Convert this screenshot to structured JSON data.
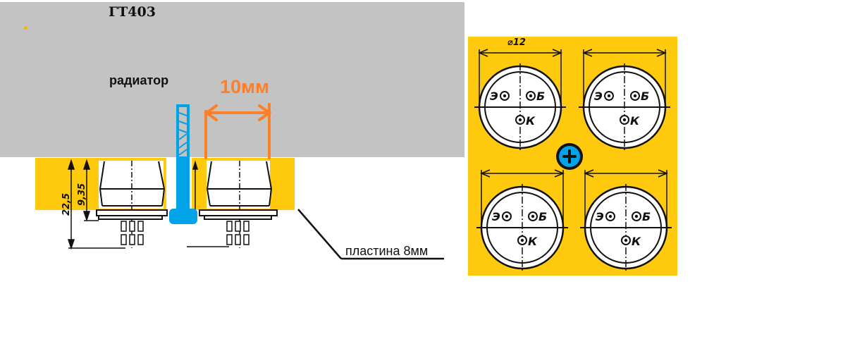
{
  "title": "ГТ403",
  "labels": {
    "radiator": "радиатор",
    "dimension": "10мм",
    "plate": "пластина 8мм",
    "diameter": "⌀12"
  },
  "dimensions": {
    "total_height": "22,5",
    "body_height": "9,35"
  },
  "pins": {
    "emitter": "Э",
    "base": "Б",
    "collector": "К"
  },
  "transistor_count": 4,
  "colors": {
    "background_panel": "#c3c3c3",
    "plate": "#ffc90e",
    "radiator": "#00a2e8",
    "dimension": "#ff7f27"
  }
}
